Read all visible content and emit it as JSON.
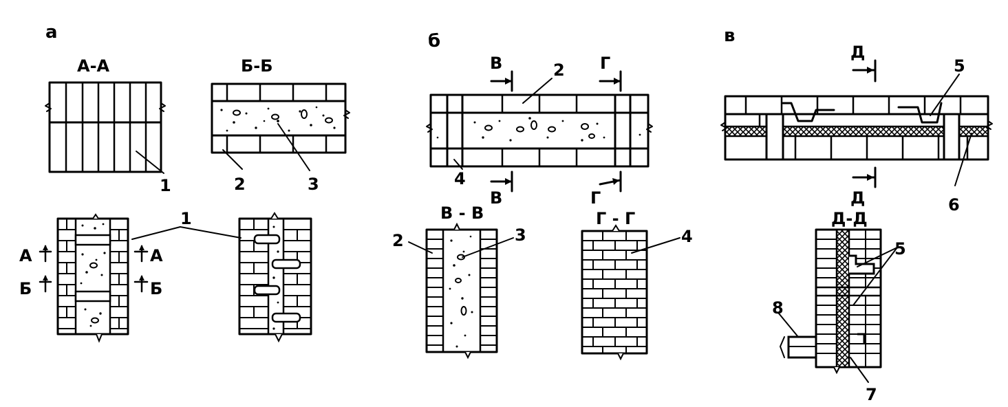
{
  "panels": {
    "a": {
      "letter": "а",
      "section_aa": "А-А",
      "section_bb": "Б-Б"
    },
    "b": {
      "letter": "б",
      "section_vv": "В - В",
      "section_gg": "Г - Г"
    },
    "c": {
      "letter": "в",
      "section_dd": "Д-Д"
    }
  },
  "cut_marks": {
    "A": "А",
    "B": "Б",
    "V": "В",
    "G": "Г",
    "D": "Д"
  },
  "callouts": {
    "n1": "1",
    "n2": "2",
    "n3": "3",
    "n4": "4",
    "n5": "5",
    "n6": "6",
    "n7": "7",
    "n8": "8"
  },
  "colors": {
    "ink": "#000000",
    "paper": "#ffffff"
  }
}
